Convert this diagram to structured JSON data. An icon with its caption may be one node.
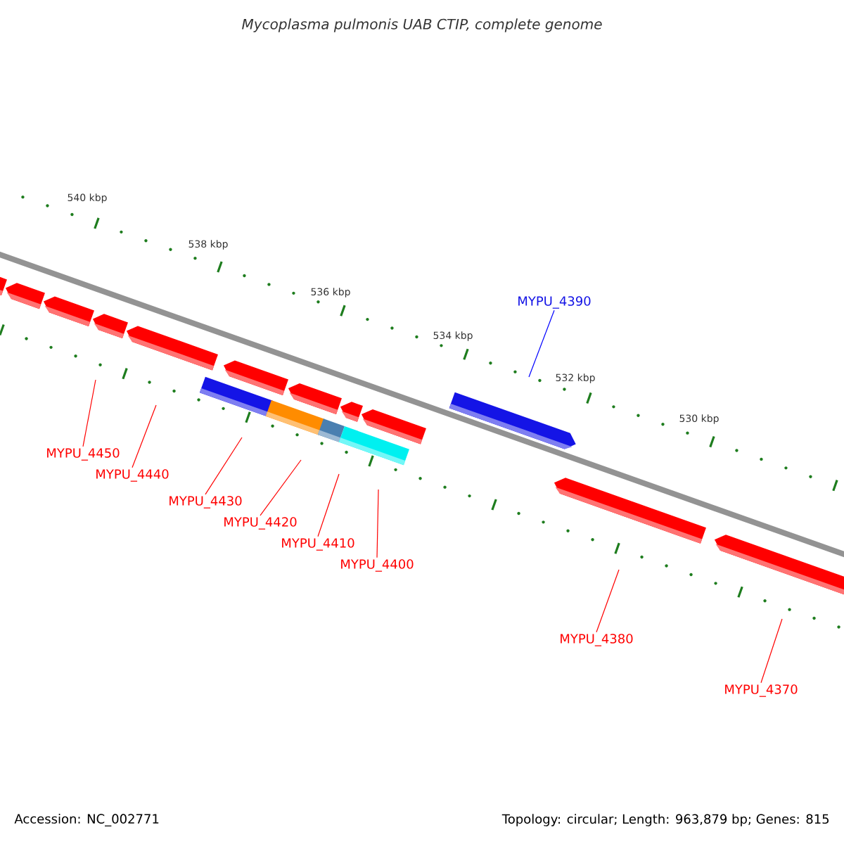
{
  "diagram": {
    "title": "Mycoplasma pulmonis UAB CTIP, complete genome",
    "nodes": [
      {
        "text": [
          "MYPU_4390"
        ]
      },
      {
        "text": [
          "MYPU_4450"
        ]
      },
      {
        "text": [
          "MYPU_4440"
        ]
      },
      {
        "text": [
          "MYPU_4430"
        ]
      },
      {
        "text": [
          "MYPU_4420"
        ]
      },
      {
        "text": [
          "MYPU_4410"
        ]
      },
      {
        "text": [
          "MYPU_4400"
        ]
      },
      {
        "text": [
          "MYPU_4380"
        ]
      },
      {
        "text": [
          "MYPU_4370"
        ]
      }
    ],
    "edges": [
      {
        "from": 0,
        "to": null,
        "arrow": "none",
        "color": "#0000ff"
      },
      {
        "from": 1,
        "to": null,
        "arrow": "none"
      },
      {
        "from": 2,
        "to": null,
        "arrow": "none"
      },
      {
        "from": 3,
        "to": null,
        "arrow": "none"
      },
      {
        "from": 4,
        "to": null,
        "arrow": "none"
      },
      {
        "from": 5,
        "to": null,
        "arrow": "none"
      },
      {
        "from": 6,
        "to": null,
        "arrow": "none"
      },
      {
        "from": 7,
        "to": null,
        "arrow": "none"
      },
      {
        "from": 8,
        "to": null,
        "arrow": "none"
      }
    ],
    "labels": [
      "540 kbp",
      "538 kbp",
      "536 kbp",
      "534 kbp",
      "532 kbp",
      "530 kbp",
      "Accession: NC_002771",
      "Topology: circular; Length: 963,879 bp; Genes: 815"
    ]
  }
}
